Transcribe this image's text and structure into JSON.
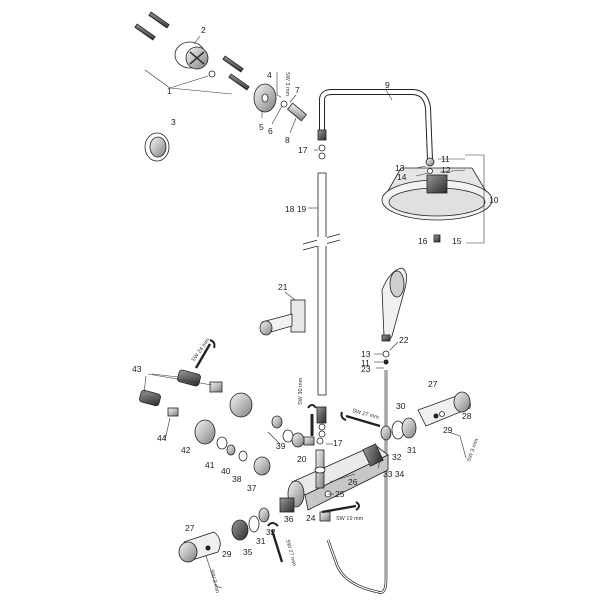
{
  "callouts": {
    "c1": "1",
    "c2": "2",
    "c3": "3",
    "c4": "4",
    "c5": "5",
    "c6": "6",
    "c7": "7",
    "c8": "8",
    "c9": "9",
    "c10": "10",
    "c11": "11",
    "c12": "12",
    "c13": "13",
    "c14": "14",
    "c15": "15",
    "c16": "16",
    "c17": "17",
    "c18_19": "18 19",
    "c21": "21",
    "c22": "22",
    "c13b": "13",
    "c11b": "11",
    "c23": "23",
    "c27": "27",
    "c28": "28",
    "c29": "29",
    "c30": "30",
    "c31": "31",
    "c32": "32",
    "c33_34": "33 34",
    "c26": "26",
    "c17b": "17",
    "c20": "20",
    "c25": "25",
    "c24": "24",
    "c36": "36",
    "c39": "39",
    "c43": "43",
    "c44": "44",
    "c42": "42",
    "c41": "41",
    "c40": "40",
    "c38": "38",
    "c37": "37",
    "c27b": "27",
    "c29b": "29",
    "c35": "35",
    "c31b": "31",
    "c32b": "32"
  },
  "tools": {
    "sw3_top": "SW 3 mm",
    "sw24": "SW 24 mm",
    "sw30": "SW 30 mm",
    "sw27_top": "SW 27 mm",
    "sw3_right": "SW 3 mm",
    "sw19": "SW 19 mm",
    "sw27_bottom": "SW 27 mm",
    "sw3_bottom": "SW 3 mm"
  }
}
